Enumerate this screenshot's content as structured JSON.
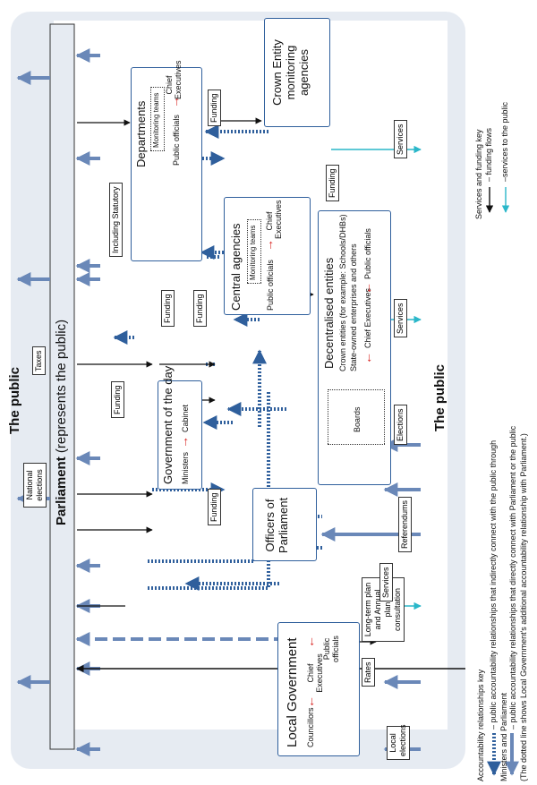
{
  "title_public_top": "The public",
  "title_public_bottom": "The public",
  "parliament": {
    "name": "Parliament",
    "subtitle": "(represents the public)"
  },
  "flows": {
    "taxes": "Taxes",
    "national_elections": "National elections",
    "local_elections": "Local elections",
    "rates": "Rates",
    "ltp": "Long-term plan and Annual plan consultation",
    "funding": "Funding",
    "services": "Services",
    "elections": "Elections",
    "referendums": "Referendums",
    "including_statutory": "Including Statutory"
  },
  "local_government": {
    "title": "Local Government",
    "councillors": "Councillors",
    "chief_executives": "Chief Executives",
    "public_officials": "Public officials"
  },
  "officers": {
    "title": "Officers of Parliament"
  },
  "government": {
    "title": "Government of the day",
    "ministers": "Ministers",
    "cabinet": "Cabinet"
  },
  "central": {
    "title": "Central agencies",
    "monitoring": "Monitoring teams",
    "public_officials": "Public officials",
    "chief_executives": "Chief Executives"
  },
  "departments": {
    "title": "Departments",
    "monitoring": "Monitoring teams",
    "public_officials": "Public officials",
    "chief_executives": "Chief Executives"
  },
  "crown_entity": {
    "title": "Crown Entity monitoring agencies"
  },
  "decentralised": {
    "title": "Decentralised entities",
    "line1": "Crown entities (for example: Schools/DHBs)",
    "line2": "State-owned enterprises and others",
    "chief_executives": "Chief Executives",
    "public_officials": "Public officials",
    "boards": "Boards"
  },
  "key_accountability": {
    "heading": "Accountability relationships key",
    "line1": "– public accountability relationships that indirectly connect with the public through",
    "line2": "Ministers and Parliament",
    "line3": "– public accountability relationships that directly connect with Parliament or the public",
    "line4": "(The dotted line shows Local Government's additional accountability relationship with Parliament.)"
  },
  "key_services": {
    "heading": "Services and funding key",
    "funding": "– funding flows",
    "services": "–services to the public"
  },
  "colors": {
    "blue": "#2f5f9c",
    "arrow_blue": "#6a88b8",
    "teal": "#2ab7c9",
    "red": "#d8221f",
    "panel": "#e6ebf2"
  }
}
